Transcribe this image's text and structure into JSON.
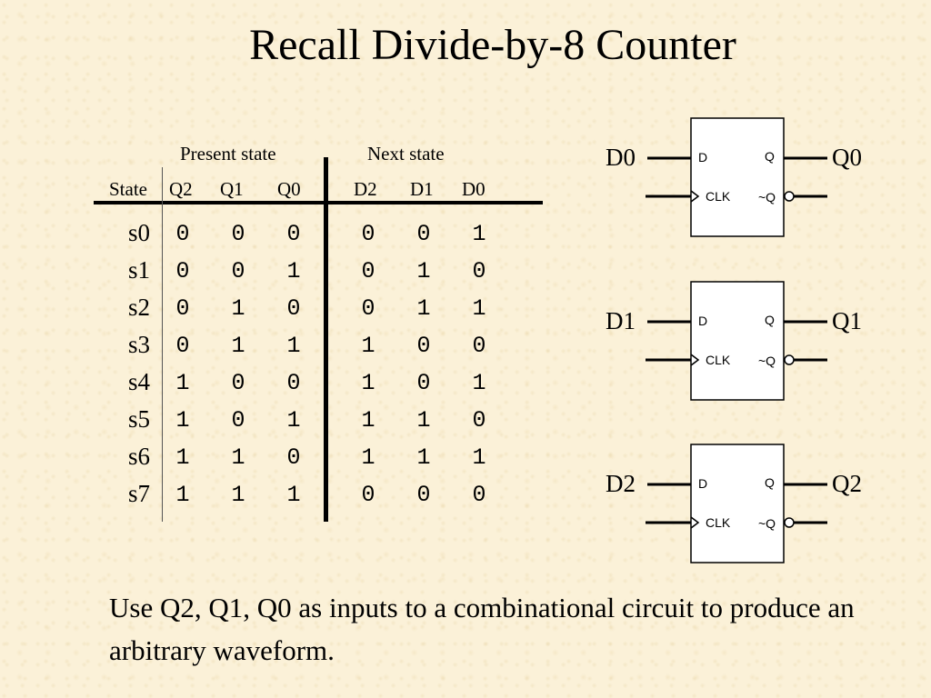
{
  "title": "Recall Divide-by-8 Counter",
  "table": {
    "group_present": "Present state",
    "group_next": "Next state",
    "columns": [
      "State",
      "Q2",
      "Q1",
      "Q0",
      "D2",
      "D1",
      "D0"
    ],
    "rows": [
      {
        "state": "s0",
        "values": [
          "0",
          "0",
          "0",
          "0",
          "0",
          "1"
        ]
      },
      {
        "state": "s1",
        "values": [
          "0",
          "0",
          "1",
          "0",
          "1",
          "0"
        ]
      },
      {
        "state": "s2",
        "values": [
          "0",
          "1",
          "0",
          "0",
          "1",
          "1"
        ]
      },
      {
        "state": "s3",
        "values": [
          "0",
          "1",
          "1",
          "1",
          "0",
          "0"
        ]
      },
      {
        "state": "s4",
        "values": [
          "1",
          "0",
          "0",
          "1",
          "0",
          "1"
        ]
      },
      {
        "state": "s5",
        "values": [
          "1",
          "0",
          "1",
          "1",
          "1",
          "0"
        ]
      },
      {
        "state": "s6",
        "values": [
          "1",
          "1",
          "0",
          "1",
          "1",
          "1"
        ]
      },
      {
        "state": "s7",
        "values": [
          "1",
          "1",
          "1",
          "0",
          "0",
          "0"
        ]
      }
    ]
  },
  "flipflops": [
    {
      "input": "D0",
      "output": "Q0",
      "pin_d": "D",
      "pin_q": "Q",
      "pin_clk": "CLK",
      "pin_nq": "~Q"
    },
    {
      "input": "D1",
      "output": "Q1",
      "pin_d": "D",
      "pin_q": "Q",
      "pin_clk": "CLK",
      "pin_nq": "~Q"
    },
    {
      "input": "D2",
      "output": "Q2",
      "pin_d": "D",
      "pin_q": "Q",
      "pin_clk": "CLK",
      "pin_nq": "~Q"
    }
  ],
  "footer": "Use Q2, Q1, Q0 as inputs to a combinational circuit to produce an arbitrary waveform."
}
